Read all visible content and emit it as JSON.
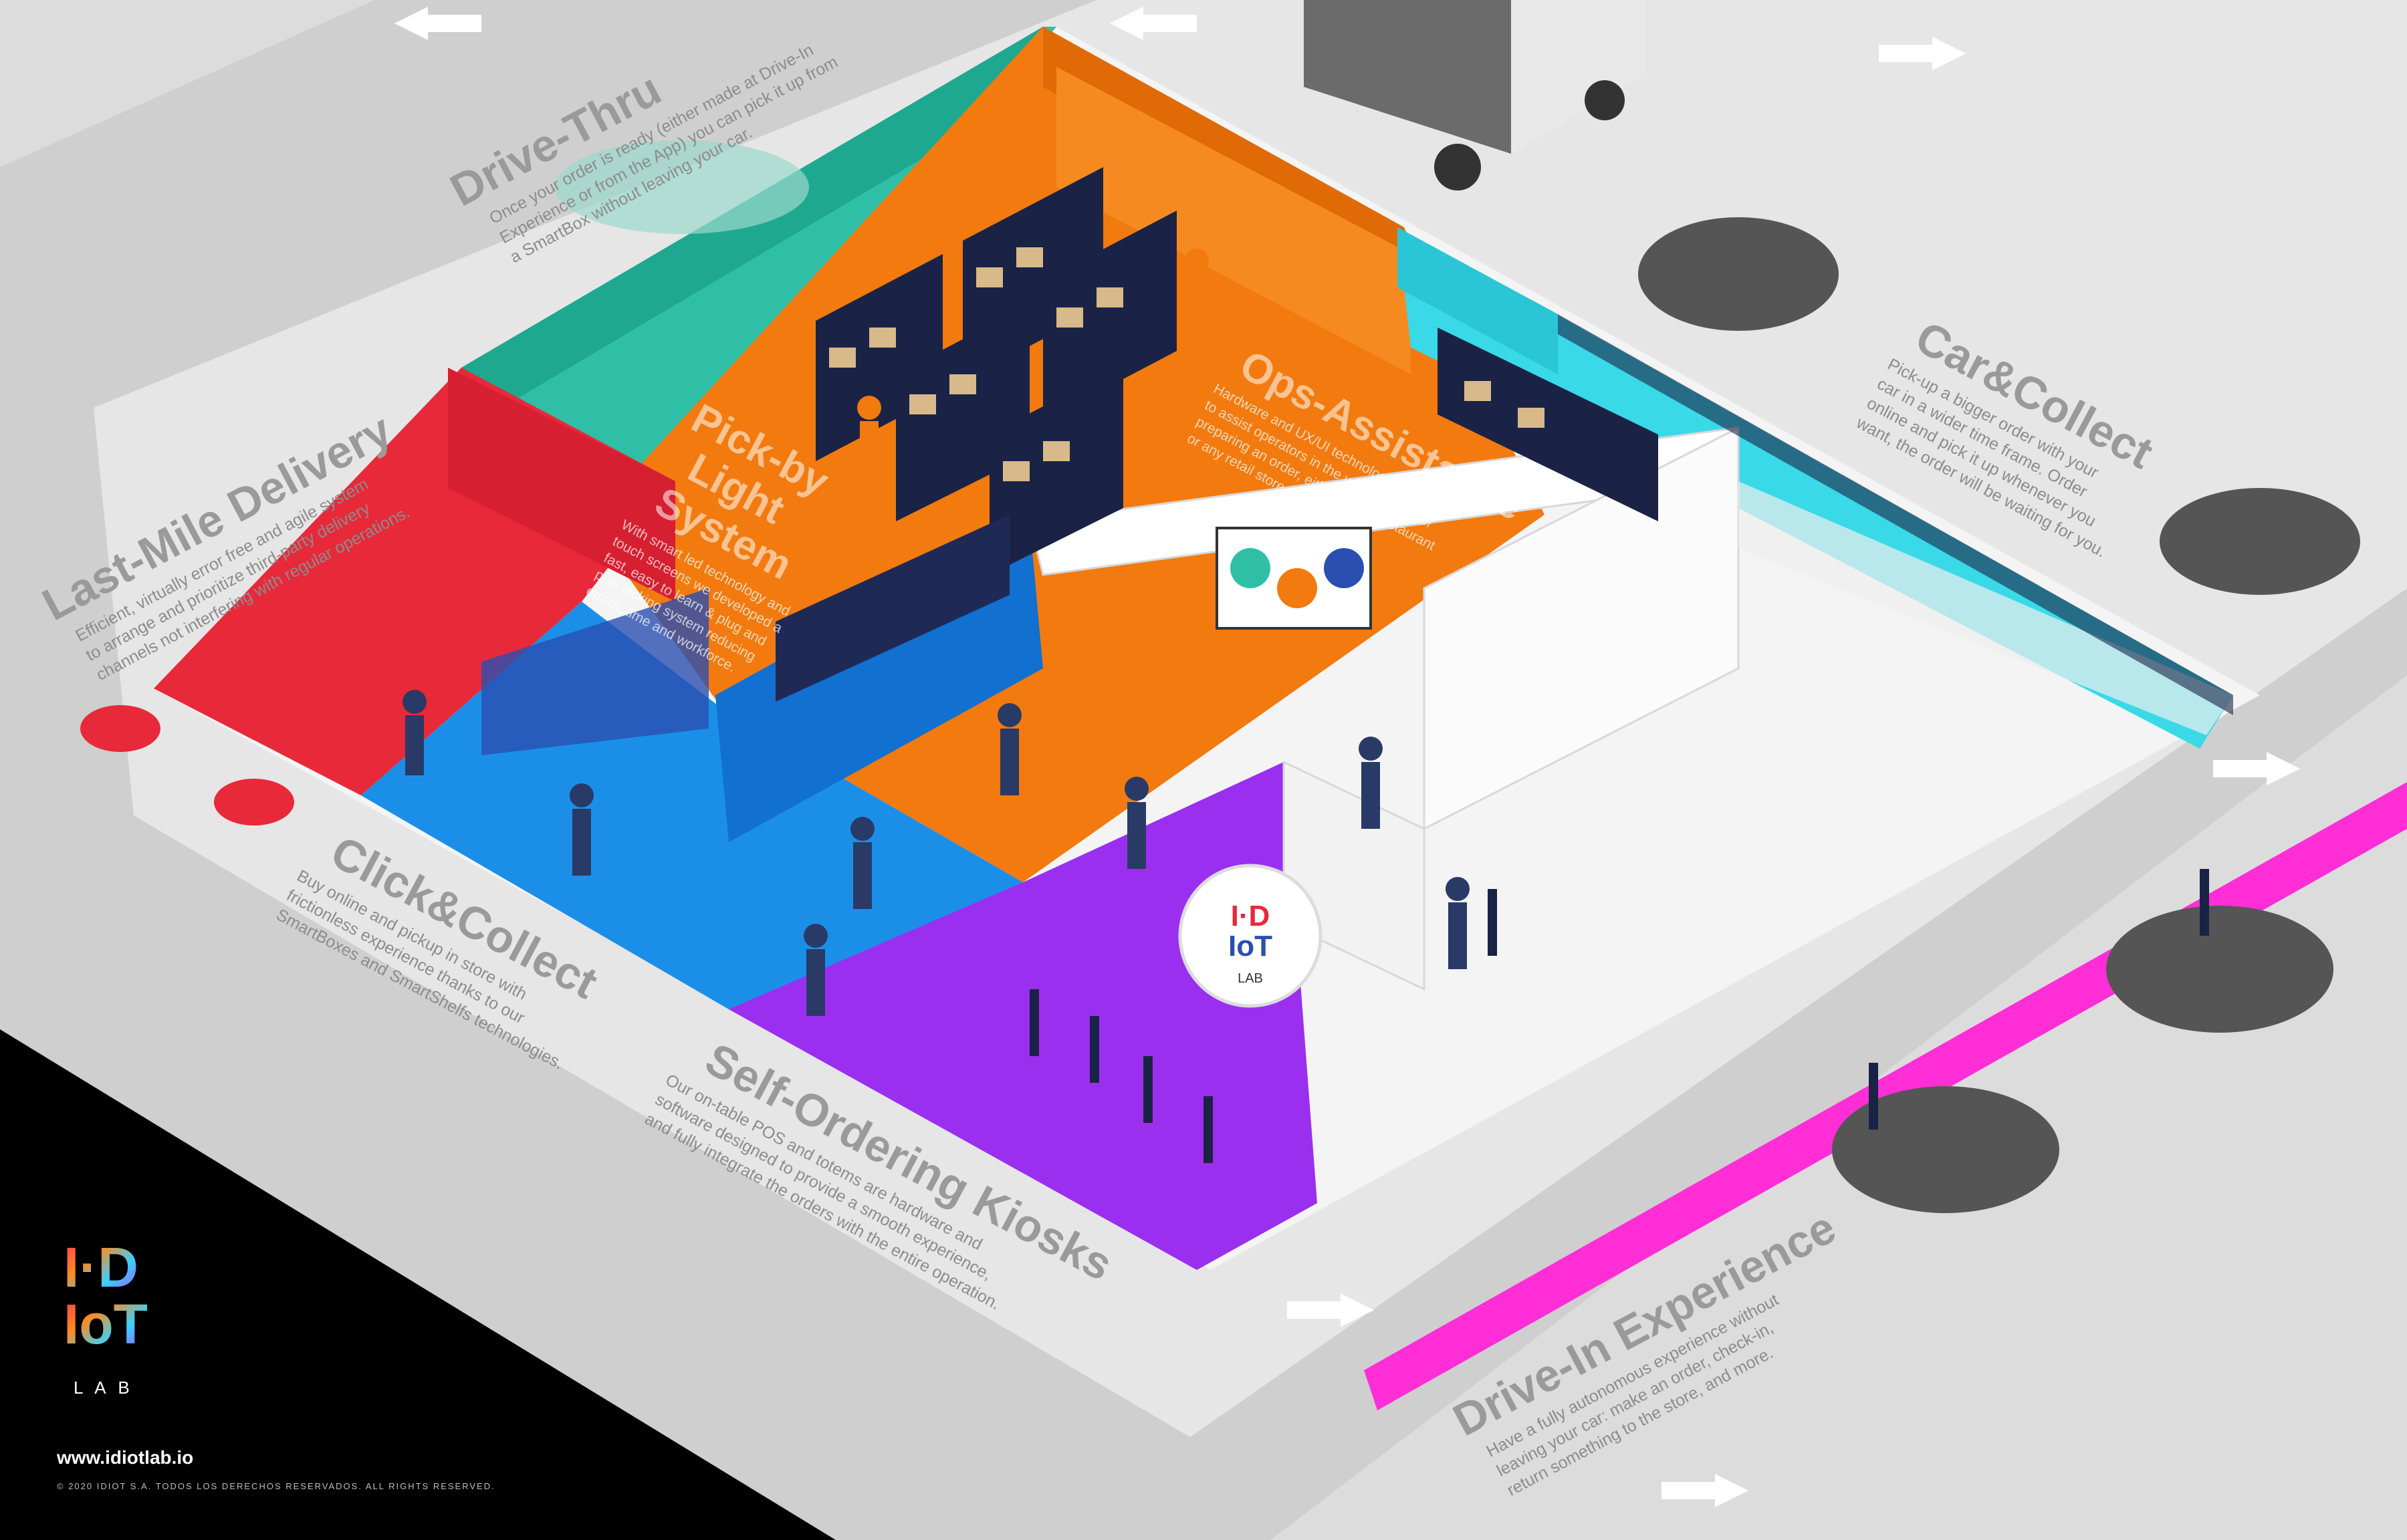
{
  "colors": {
    "background": "#dcdcdc",
    "road": "#d2d2d2",
    "driveThru": "#2fbfa6",
    "pickByLight": "#f27a0f",
    "lastMile": "#e8293a",
    "clickCollect": "#1b8fe8",
    "selfOrdering": "#9a2ff0",
    "carCollect": "#39d9e8",
    "driveInLane": "#ff2ed6",
    "opsAssistance": "#f27a0f",
    "footer": "#000000"
  },
  "zones": {
    "drive_thru": {
      "title": "Drive-Thru",
      "desc": [
        "Once your order is ready (either made at Drive-In",
        "Experience or from the App) you can pick it up from",
        "a SmartBox without leaving your car."
      ]
    },
    "last_mile": {
      "title": "Last-Mile Delivery",
      "desc": [
        "Efficient, virtually error free and agile system",
        "to arrange and prioritize third-party delivery",
        "channels not interfering with regular operations."
      ]
    },
    "click_collect": {
      "title": "Click&Collect",
      "desc": [
        "Buy online and pickup in store with",
        "frictionless experience thanks to our",
        "SmartBoxes and SmartShelfs technologies."
      ]
    },
    "self_ordering": {
      "title": "Self-Ordering Kiosks",
      "desc": [
        "Our on-table POS and totems are hardware and",
        "software designed to provide a smooth experience,",
        "and fully integrate the orders with the entire operation."
      ]
    },
    "car_collect": {
      "title": "Car&Collect",
      "desc": [
        "Pick-up a bigger order with your",
        "car in a wider time frame. Order",
        "online and pick it up whenever you",
        "want, the order will be waiting for you."
      ]
    },
    "drive_in": {
      "title": "Drive-In Experience",
      "desc": [
        "Have a fully autonomous experience without",
        "leaving your car: make an order, check-in,",
        "return something to the store, and more."
      ]
    },
    "pick_by_light": {
      "title": [
        "Pick-by",
        "Light",
        "System"
      ],
      "desc": [
        "With smart led technology and",
        "touch screens we developed a",
        "fast, easy to learn & plug and",
        "play picking system reducing",
        "errors, time and workforce."
      ]
    },
    "ops_assistance": {
      "title": "Ops-Assistance",
      "desc": [
        "Hardware and UX/UI technology designed",
        "to assist operators in the various steps of",
        "preparing an order, either from a restaurant",
        "or any retail store."
      ]
    }
  },
  "sign": {
    "brand_line1": "I·D",
    "brand_line2": "IoT",
    "brand_line3": "LAB"
  },
  "footer": {
    "logo_line1": "I·D",
    "logo_line2": "IoT",
    "logo_sub": "L A B",
    "url": "www.idiotlab.io",
    "copyright": "© 2020 IDIOT S.A. TODOS LOS DERECHOS RESERVADOS. ALL RIGHTS RESERVED."
  }
}
